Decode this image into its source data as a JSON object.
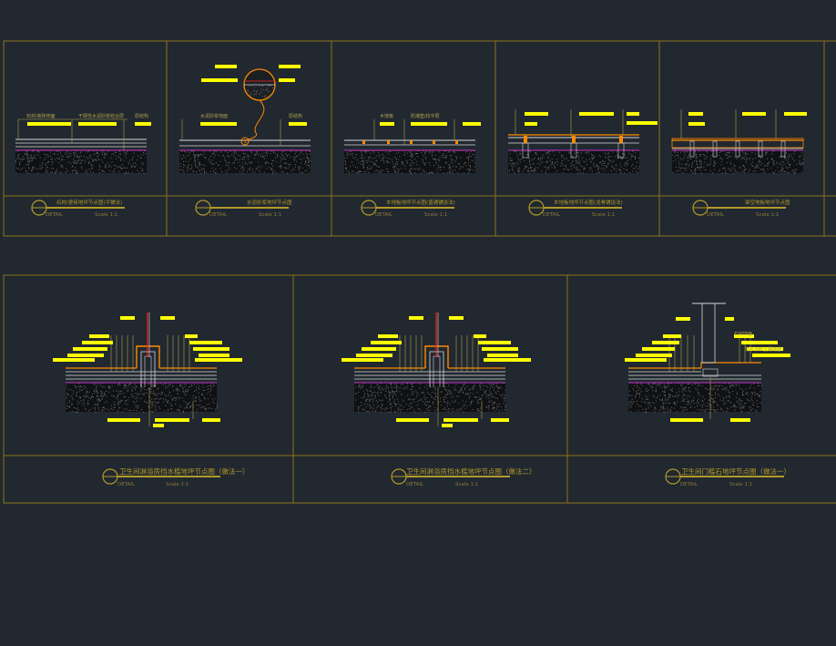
{
  "colors": {
    "background": "#212830",
    "frame": "#8a7417",
    "title_text": "#b39a2a",
    "leader": "#b0a24c",
    "label_box": "#ffff00",
    "orange": "#ff8a00",
    "magenta": "#cc33cc",
    "concrete": "#0f1114",
    "speckle": "#6a6a6a",
    "layer_line": "#d8d8d8",
    "red": "#ff2020",
    "finish_dark": "#3a3a3a"
  },
  "top_row": [
    {
      "caption": "石材/瓷砖地坪节点图(平铺法)",
      "detail": "DETAIL",
      "scale": "Scale 1:1"
    },
    {
      "caption": "水泥砂浆地坪节点图",
      "detail": "DETAIL",
      "scale": "Scale 1:1"
    },
    {
      "caption": "木地板地坪节点图(普通铺设法)",
      "detail": "DETAIL",
      "scale": "Scale 1:1"
    },
    {
      "caption": "木地板地坪节点图(龙骨铺设法)",
      "detail": "DETAIL",
      "scale": "Scale 1:1"
    },
    {
      "caption": "架空地板地坪节点图",
      "detail": "DETAIL",
      "scale": "Scale 1:1"
    }
  ],
  "bottom_row": [
    {
      "caption": "卫生间淋浴房挡水槛地坪节点图（做法一）",
      "detail": "DETAIL",
      "scale": "Scale 1:1"
    },
    {
      "caption": "卫生间淋浴房挡水槛地坪节点图（做法二）",
      "detail": "DETAIL",
      "scale": "Scale 1:1"
    },
    {
      "caption": "卫生间门槛石地坪节点图（做法一）",
      "detail": "DETAIL",
      "scale": "Scale 1:1"
    }
  ],
  "small_labels": {
    "p1_a": "石材/瓷砖饰面",
    "p1_b": "干硬性水泥砂浆结合层",
    "p1_c": "原结构",
    "p2_a": "水泥砂浆地面",
    "p2_b": "原结构",
    "p3_a": "木地板",
    "p3_b": "防潮垫/找平层",
    "b3_a": "石材饰面",
    "b3_b": "防水涂料上翻墙面"
  },
  "callout_tag": "1"
}
